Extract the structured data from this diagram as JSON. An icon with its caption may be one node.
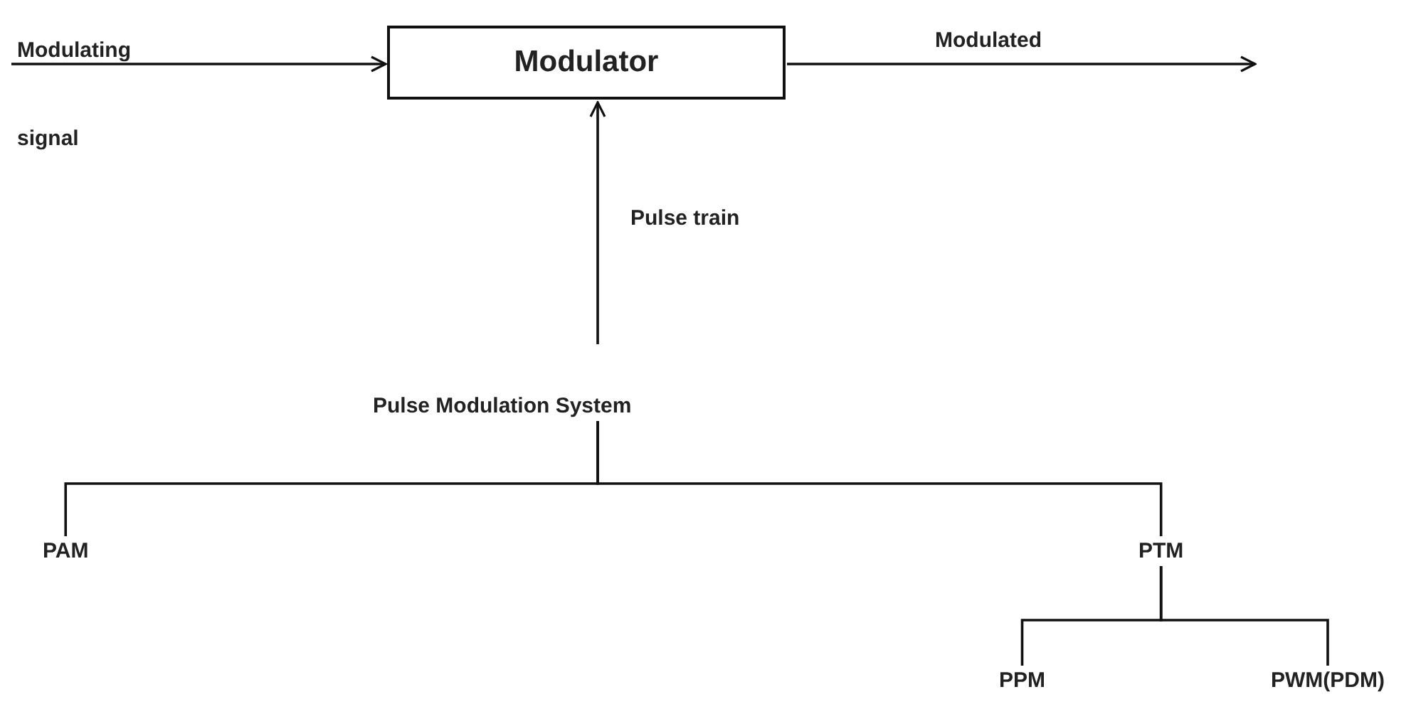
{
  "diagram": {
    "nodes": [
      {
        "text": [
          "Modulator"
        ]
      },
      {
        "text": [
          "Pulse Modulation System"
        ]
      },
      {
        "text": [
          "PAM"
        ]
      },
      {
        "text": [
          "PTM"
        ]
      },
      {
        "text": [
          "PPM"
        ]
      },
      {
        "text": [
          "PWM(PDM)"
        ]
      }
    ],
    "edges": [
      {
        "from": null,
        "to": 0,
        "arrow": "to",
        "label": "Modulating signal"
      },
      {
        "from": 0,
        "to": null,
        "arrow": "to",
        "label": "Modulated"
      },
      {
        "from": null,
        "to": 0,
        "arrow": "to",
        "label": "Pulse train"
      },
      {
        "from": 1,
        "to": 2,
        "arrow": "none"
      },
      {
        "from": 1,
        "to": 3,
        "arrow": "none"
      },
      {
        "from": 3,
        "to": 4,
        "arrow": "none"
      },
      {
        "from": 3,
        "to": 5,
        "arrow": "none"
      }
    ]
  }
}
